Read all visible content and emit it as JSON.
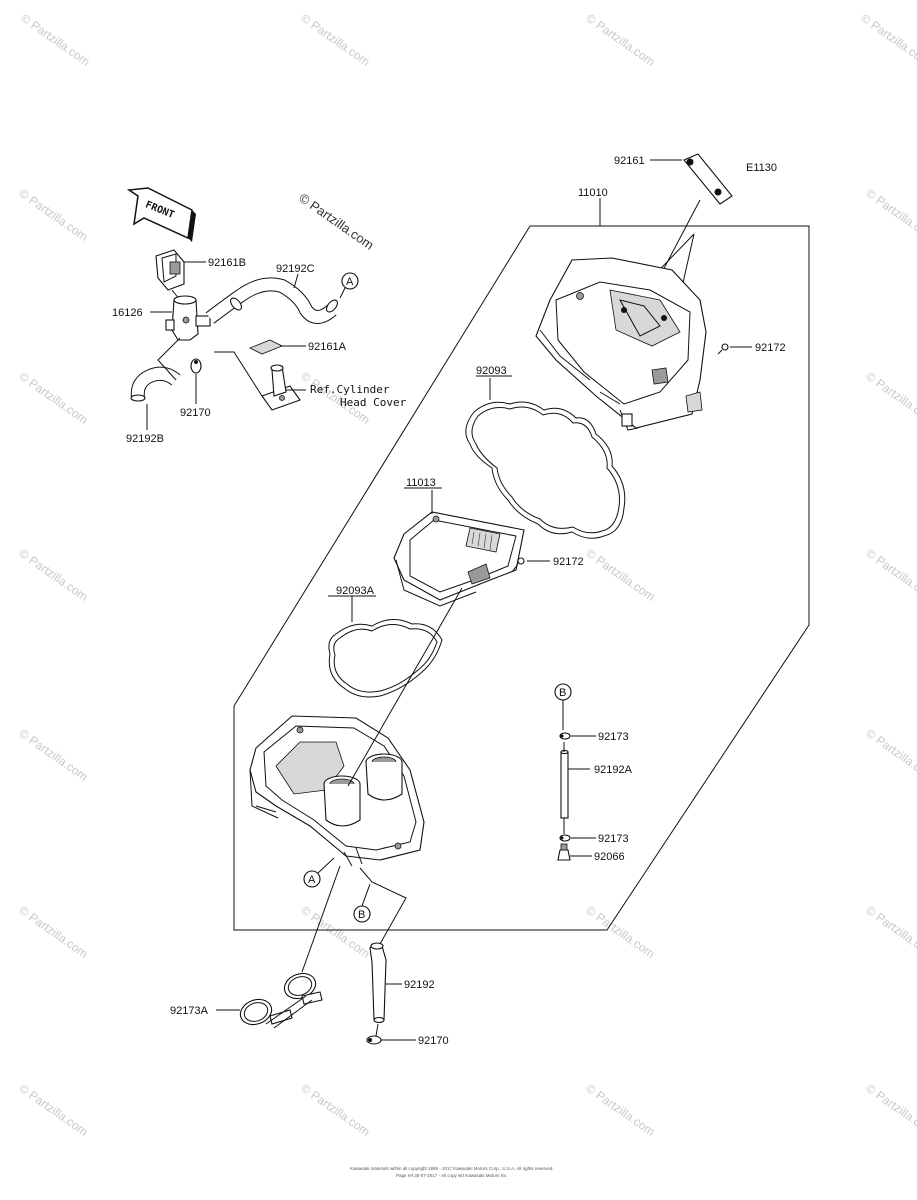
{
  "diagram_code": "E1130",
  "copyright_watermark": "© Partzilla.com",
  "watermark_text": "© Partzilla.com",
  "front_arrow_label": "FRONT",
  "reference_note_line1": "Ref.Cylinder",
  "reference_note_line2": "Head Cover",
  "markers": {
    "a": "A",
    "b": "B"
  },
  "part_labels": {
    "p92161": "92161",
    "p11010": "11010",
    "p92161B": "92161B",
    "p92192C": "92192C",
    "p16126": "16126",
    "p92161A": "92161A",
    "p92172_top": "92172",
    "p92093": "92093",
    "p92170_top": "92170",
    "p92192B": "92192B",
    "p11013": "11013",
    "p92172_mid": "92172",
    "p92093A": "92093A",
    "p92173_top": "92173",
    "p92192A": "92192A",
    "p92173_bot": "92173",
    "p92066": "92066",
    "p92192": "92192",
    "p92173A": "92173A",
    "p92170_bot": "92170"
  },
  "footer_line1": "Kawasaki materials within all copyright 1998 - 2017 Kawasaki Motors Corp., U.S.A. All rights reserved.",
  "footer_line2": "Page ref 30-07-2017 - All copy wrt Kawasaki Motors Inc"
}
